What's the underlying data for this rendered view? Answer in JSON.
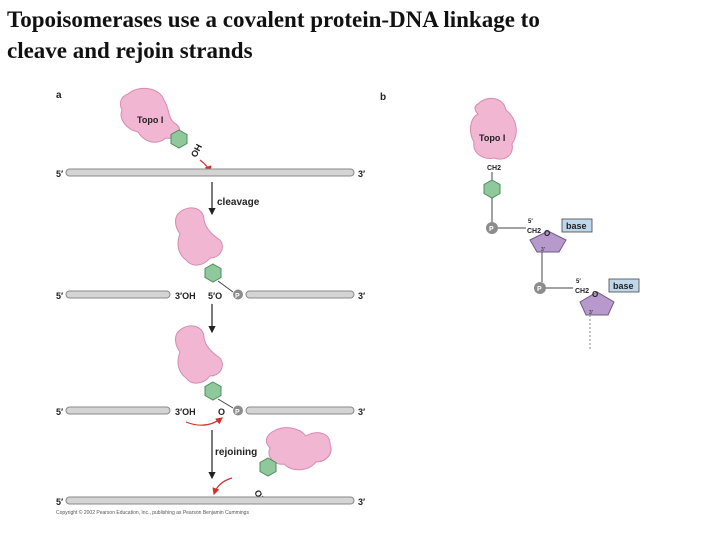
{
  "title": {
    "line1": "Topoisomerases use a covalent protein-DNA linkage to",
    "line2": "cleave and rejoin strands"
  },
  "panel_a": {
    "label": "a",
    "enzyme_label": "Topo I",
    "hydroxyl": "OH",
    "five_prime": "5′",
    "three_prime": "3′",
    "cleavage_label": "cleavage",
    "rejoining_label": "rejoining",
    "three_oh": "3′OH",
    "five_o": "5′O",
    "oxygen": "O",
    "phosphate": "P"
  },
  "panel_b": {
    "label": "b",
    "enzyme_label": "Topo I",
    "ch2_top": "CH2",
    "phosphate": "P",
    "five_prime": "5′",
    "ch2": "CH2",
    "oxygen": "O",
    "base": "base",
    "three_prime": "3′"
  },
  "copyright": "Copyright © 2002 Pearson Education, Inc., publishing as Pearson Benjamin Cummings",
  "colors": {
    "enzyme_fill": "#f0b6d2",
    "enzyme_stroke": "#d98ab0",
    "tyrosine_fill": "#8fc89b",
    "tyrosine_stroke": "#4e8b5d",
    "dna_fill": "#d4d4d4",
    "dna_stroke": "#8a8a8a",
    "phosphate_fill": "#8c8c8c",
    "sugar_fill": "#b79acb",
    "sugar_stroke": "#6f5a86",
    "base_fill": "#bfd7ea",
    "arrow_red": "#d0312d"
  }
}
